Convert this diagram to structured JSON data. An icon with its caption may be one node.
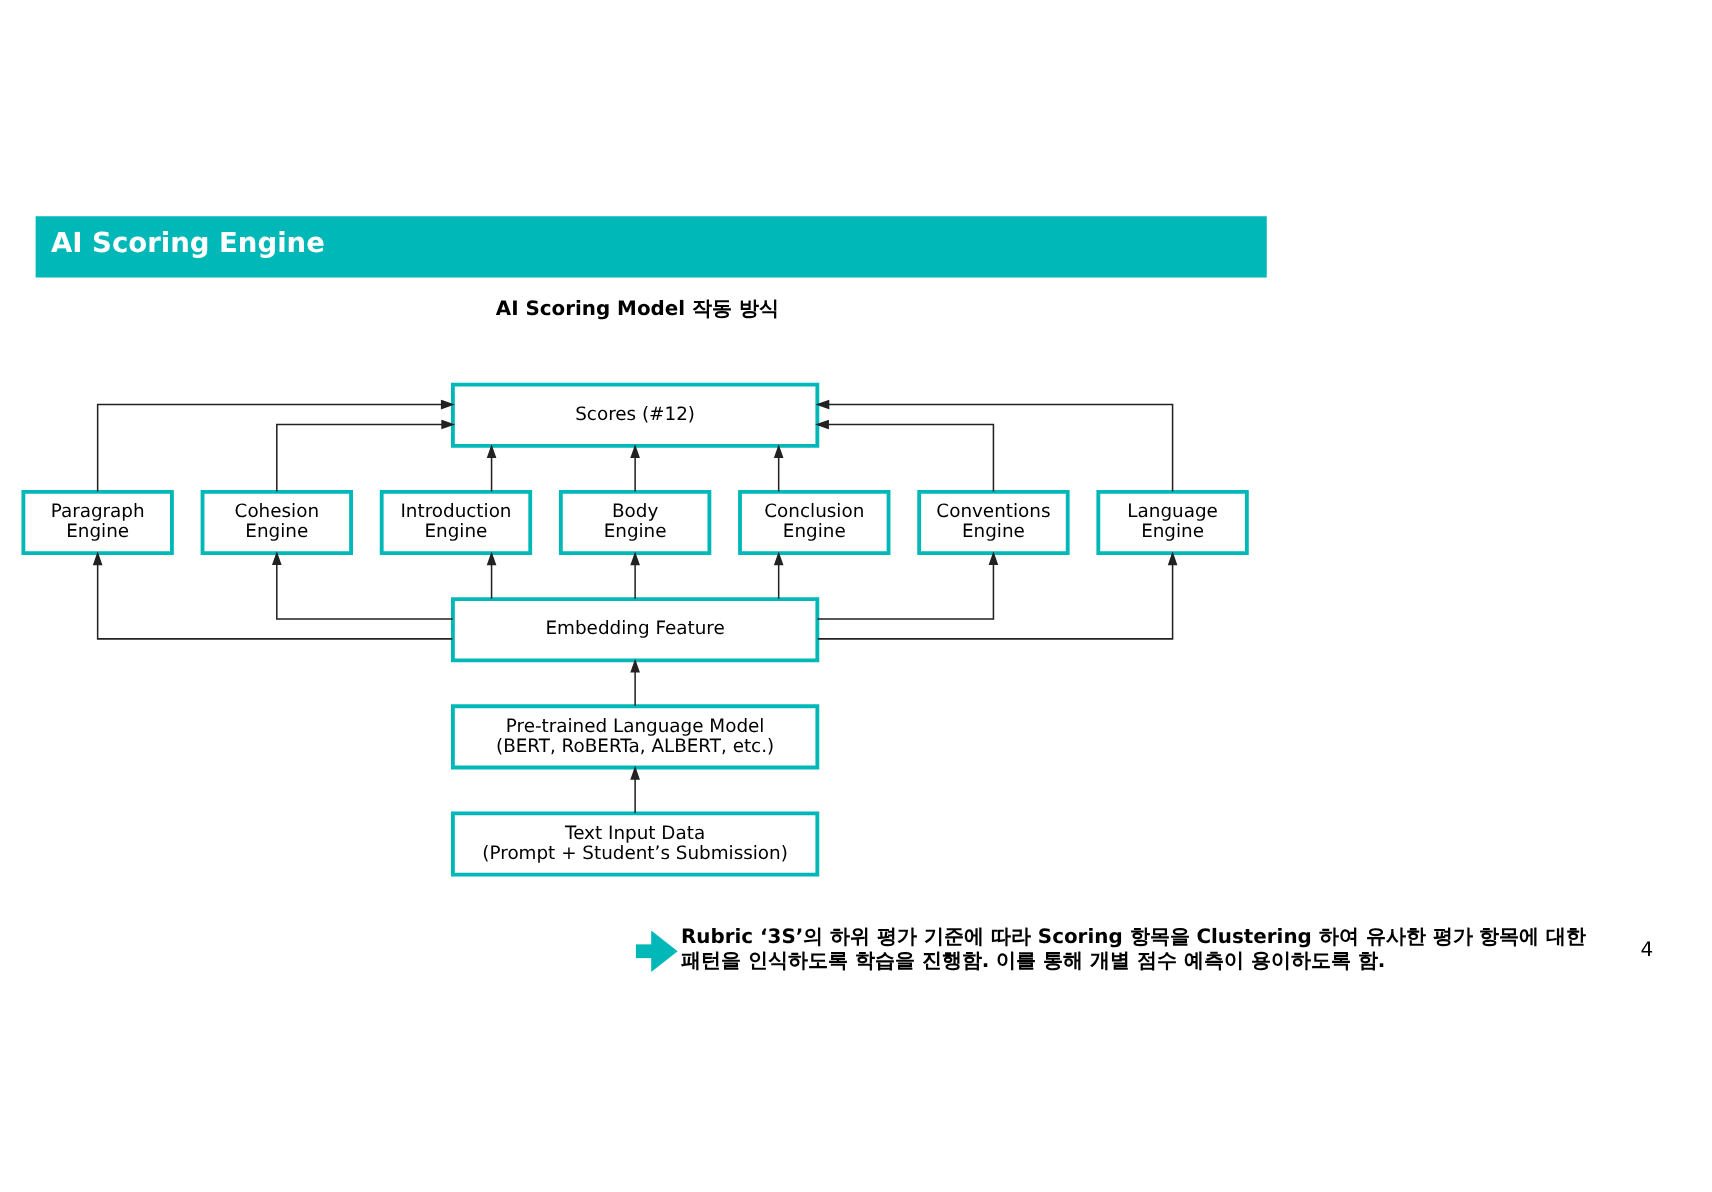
{
  "diagram": {
    "title": "AI Scoring Engine",
    "nodes": [
      {
        "text": [
          "Scores (#12)"
        ]
      },
      {
        "text": [
          "Paragraph Engine"
        ]
      },
      {
        "text": [
          "Cohesion Engine"
        ]
      },
      {
        "text": [
          "Introduction Engine"
        ]
      },
      {
        "text": [
          "Body Engine"
        ]
      },
      {
        "text": [
          "Conclusion Engine"
        ]
      },
      {
        "text": [
          "Conventions Engine"
        ]
      },
      {
        "text": [
          "Language Engine"
        ]
      },
      {
        "text": [
          "Embedding Feature"
        ]
      },
      {
        "text": [
          "Pre-trained Language Model (BERT, RoBERTa, ALBERT, etc.)"
        ]
      },
      {
        "text": [
          "Text Input Data (Prompt + Student’s Submission)"
        ]
      },
      {
        "text": [
          "Rubric ‘3S’의 하위 평가 기준에 따라 Scoring 항목을 Clustering 하여 유사한 평가 항목에 대한 패턴을 인식하도록 학습을 진행함. 이를 통해 개별 점수 예측이 용이하도록 함."
        ]
      }
    ],
    "edges": [
      {
        "from": 10,
        "to": 9,
        "arrow": "to"
      },
      {
        "from": 9,
        "to": 8,
        "arrow": "to"
      },
      {
        "from": 8,
        "to": 1,
        "arrow": "to"
      },
      {
        "from": 8,
        "to": 2,
        "arrow": "to"
      },
      {
        "from": 8,
        "to": 3,
        "arrow": "to"
      },
      {
        "from": 8,
        "to": 4,
        "arrow": "to"
      },
      {
        "from": 8,
        "to": 5,
        "arrow": "to"
      },
      {
        "from": 8,
        "to": 6,
        "arrow": "to"
      },
      {
        "from": 8,
        "to": 7,
        "arrow": "to"
      },
      {
        "from": 1,
        "to": 0,
        "arrow": "to"
      },
      {
        "from": 2,
        "to": 0,
        "arrow": "to"
      },
      {
        "from": 3,
        "to": 0,
        "arrow": "to"
      },
      {
        "from": 4,
        "to": 0,
        "arrow": "to"
      },
      {
        "from": 5,
        "to": 0,
        "arrow": "to"
      },
      {
        "from": 6,
        "to": 0,
        "arrow": "to"
      },
      {
        "from": 7,
        "to": 0,
        "arrow": "to"
      },
      {
        "from": null,
        "to": 11,
        "arrow": "to",
        "style": "thick",
        "color": "#00b8b8"
      }
    ],
    "labels": [
      "AI Scoring Model 작동 방식",
      "4"
    ]
  }
}
